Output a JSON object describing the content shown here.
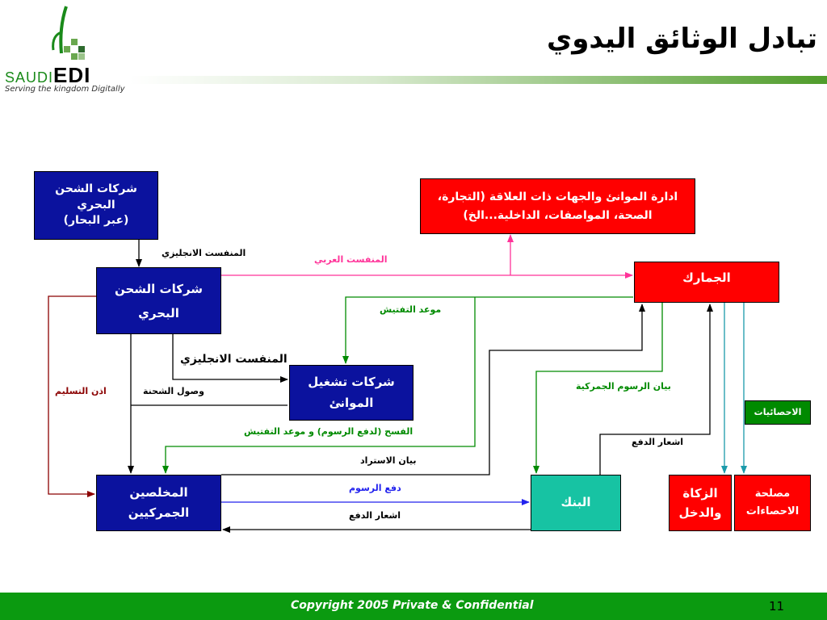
{
  "header": {
    "logo_text_left": "SAUDI",
    "logo_text_right": "EDI",
    "tagline": "Serving the kingdom Digitally",
    "title": "تبادل الوثائق اليدوي"
  },
  "nodes": {
    "shipping_top": [
      "شركات الشحن",
      "البحري",
      "(عبر البحار)"
    ],
    "authorities": [
      "ادارة الموانئ والجهات ذات العلاقة (التجارة،",
      "الصحة، المواصفات، الداخلية...الخ)"
    ],
    "shipping_mid": [
      "شركات الشحن",
      "البحري"
    ],
    "customs": [
      "الجمارك"
    ],
    "port_operators": [
      "شركات تشغيل",
      "الموانئ"
    ],
    "statistics_tag": [
      "الاحصائيات"
    ],
    "brokers": [
      "المخلصين",
      "الجمركيين"
    ],
    "bank": [
      "البنك"
    ],
    "zakat": [
      "الزكاة",
      "والدخل"
    ],
    "stats_dept": [
      "مصلحة",
      "الاحصاءات"
    ]
  },
  "edges": {
    "english_manifest_1": "المنفست الانجليزي",
    "arabic_manifest": "المنفست العربي",
    "inspection_date": "موعد التفتيش",
    "english_manifest_2": "المنفست الانجليزي",
    "delivery_permit": "اذن التسليم",
    "shipment_arrival": "وصول الشحنة",
    "customs_fee_statement": "بيان الرسوم الجمركية",
    "clearance": "الفسح (لدفع الرسوم) و موعد التفتيش",
    "payment_notice_1": "اشعار الدفع",
    "import_statement": "بيان الاستراد",
    "pay_fees": "دفع الرسوم",
    "payment_notice_2": "اشعار الدفع"
  },
  "footer": {
    "copyright": "Copyright 2005 Private & Confidential",
    "page_number": "11"
  },
  "colors": {
    "navy_box": "#0b129e",
    "red_box": "#ff0000",
    "teal_box": "#17c3a3",
    "green": "#008a00",
    "footer_green": "#0b9a10",
    "pink_arrow": "#ff3399",
    "blue_arrow": "#2222ee",
    "maroon_arrow": "#8b0000",
    "teal_arrow": "#1b9aaa"
  }
}
